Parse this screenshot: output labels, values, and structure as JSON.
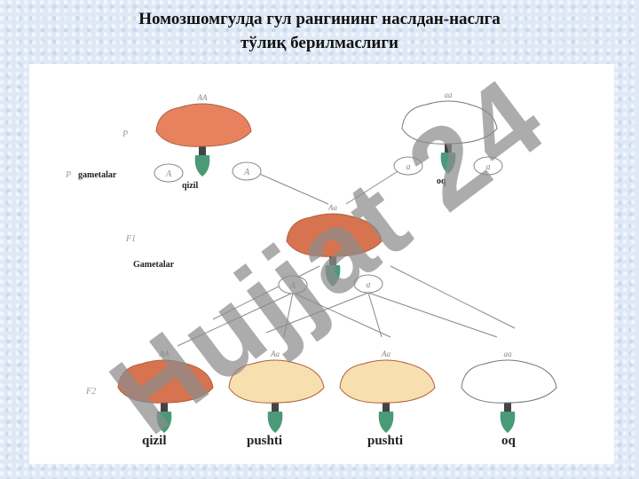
{
  "title": {
    "line1": "Номозшомгулда гул рангининг наслдан-наслга",
    "line2": "тўлиқ берилмаслиги"
  },
  "diagram": {
    "generation_p": "P",
    "generation_f1": "F1",
    "generation_f2": "F2",
    "gametes_label_p": "gametalar",
    "gametes_label_f1": "Gametalar",
    "parent_red": {
      "genotype": "AA",
      "label": "qizil",
      "color": "#e8825e"
    },
    "parent_white": {
      "genotype": "aa",
      "label": "oq",
      "color": "#ffffff"
    },
    "f1": {
      "genotype": "Aa",
      "color": "#d8734f"
    },
    "gametes_p": [
      "A",
      "A",
      "a",
      "a"
    ],
    "gametes_f1": [
      "A",
      "a"
    ],
    "f2": [
      {
        "genotype": "AA",
        "label": "qizil",
        "color": "#d8734f"
      },
      {
        "genotype": "Aa",
        "label": "pushti",
        "color": "#f8dfb0"
      },
      {
        "genotype": "Aa",
        "label": "pushti",
        "color": "#f8dfb0"
      },
      {
        "genotype": "aa",
        "label": "oq",
        "color": "#ffffff"
      }
    ]
  },
  "watermark": "Hujjat 24"
}
